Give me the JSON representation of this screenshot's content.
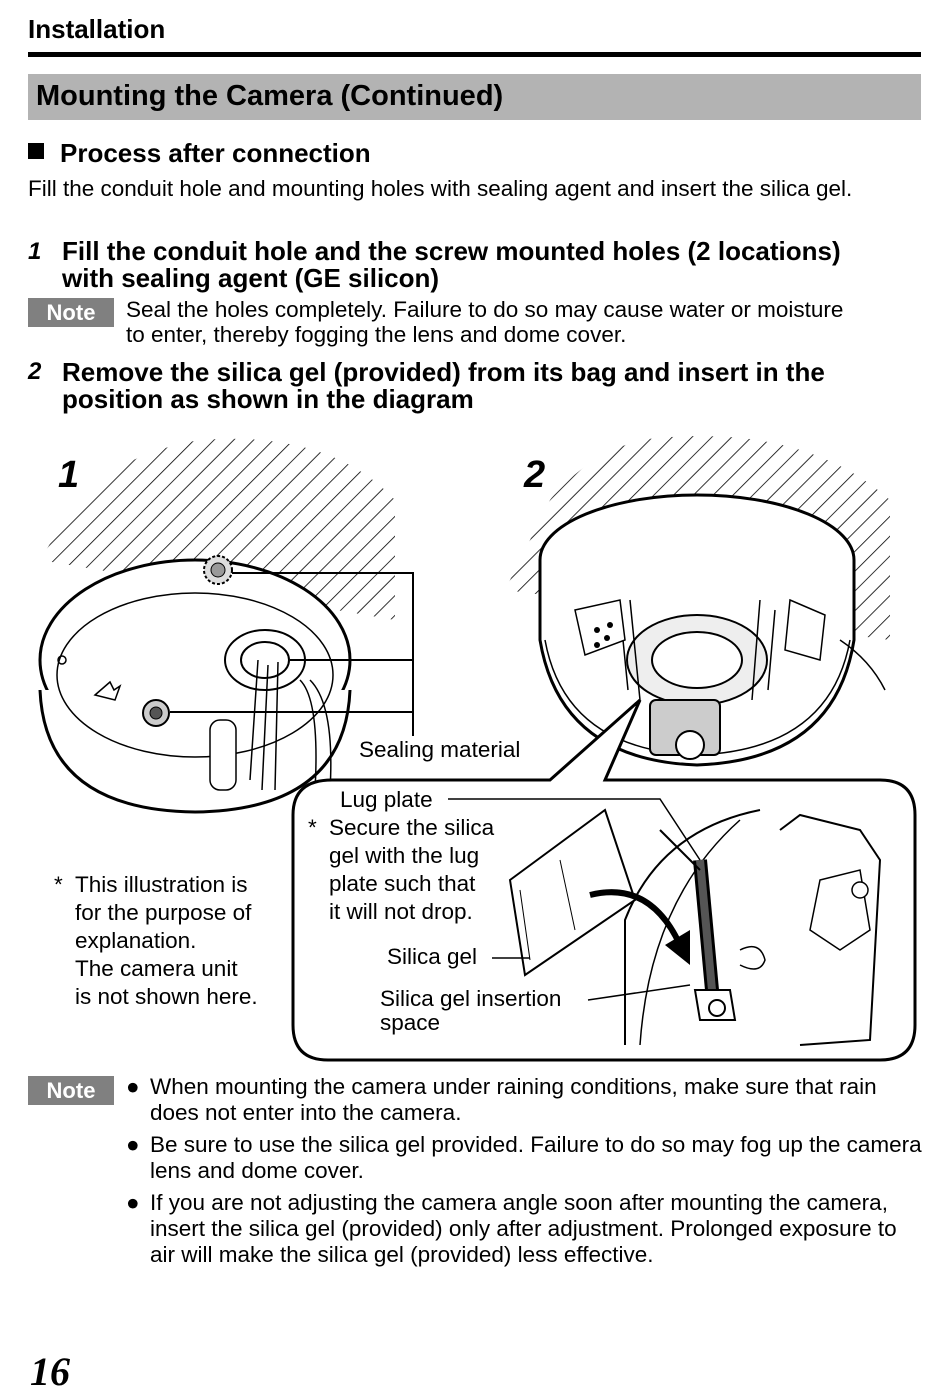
{
  "header": {
    "section": "Installation",
    "title": "Mounting the Camera (Continued)"
  },
  "process": {
    "heading": "Process after connection",
    "intro": "Fill the conduit hole and mounting holes with sealing agent and insert the silica gel."
  },
  "steps": [
    {
      "num": "1",
      "text_line1": "Fill the conduit hole and the screw mounted holes (2 locations)",
      "text_line2": "with sealing agent (GE silicon)"
    },
    {
      "num": "2",
      "text_line1": "Remove the silica gel (provided) from its bag and insert in the",
      "text_line2": "position as shown in the diagram"
    }
  ],
  "note1": {
    "label": "Note",
    "line1": "Seal the holes completely. Failure to do so may cause water or moisture",
    "line2": "to enter, thereby fogging the lens and dome cover."
  },
  "diagram": {
    "fig1_label": "1",
    "fig2_label": "2",
    "sealing_material": "Sealing material",
    "lug_plate": "Lug plate",
    "secure_asterisk": "*",
    "secure_lines": [
      "Secure the silica",
      "gel with the lug",
      "plate such that",
      "it will not drop."
    ],
    "silica_gel": "Silica gel",
    "insertion_space_lines": [
      "Silica gel insertion",
      "space"
    ],
    "illustration_asterisk": "*",
    "illustration_lines": [
      "This illustration is",
      "for the purpose of",
      "explanation.",
      "The camera unit",
      "is not shown here."
    ]
  },
  "note2": {
    "label": "Note",
    "bullet_symbol": "●",
    "bullets": [
      "When mounting the camera under raining conditions, make sure that rain does not enter into the camera.",
      "Be sure to use the silica gel provided. Failure to do so may fog up the camera lens and dome cover.",
      "If you are not adjusting the camera angle soon after mounting the camera, insert the silica gel (provided) only after adjustment. Prolonged exposure to air will make the silica gel (provided) less effective."
    ]
  },
  "page_number": "16"
}
